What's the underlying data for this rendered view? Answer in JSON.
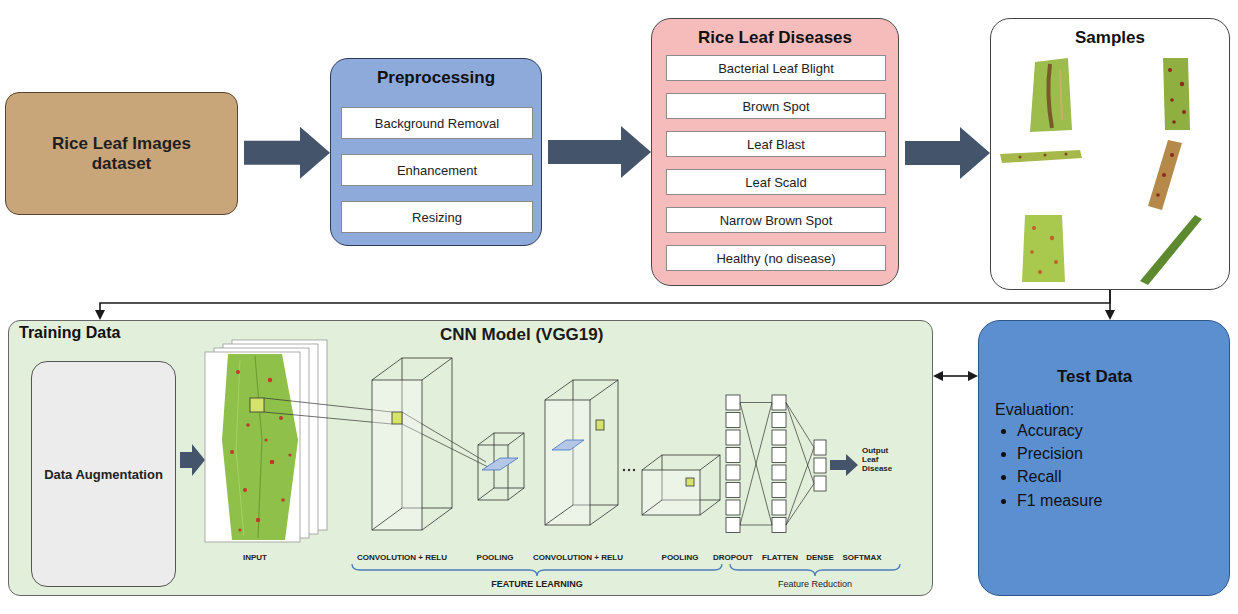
{
  "diagram": {
    "nodes": [
      {
        "text": [
          "Rice Leaf Images dataset"
        ]
      },
      {
        "text": [
          "Preprocessing"
        ]
      },
      {
        "text": [
          "Background Removal"
        ],
        "in": 1
      },
      {
        "text": [
          "Enhancement"
        ],
        "in": 1
      },
      {
        "text": [
          "Resizing"
        ],
        "in": 1
      },
      {
        "text": [
          "Rice Leaf Diseases"
        ]
      },
      {
        "text": [
          "Bacterial Leaf Blight"
        ],
        "in": 5
      },
      {
        "text": [
          "Brown Spot"
        ],
        "in": 5
      },
      {
        "text": [
          "Leaf Blast"
        ],
        "in": 5
      },
      {
        "text": [
          "Leaf Scald"
        ],
        "in": 5
      },
      {
        "text": [
          "Narrow Brown Spot"
        ],
        "in": 5
      },
      {
        "text": [
          "Healthy (no disease)"
        ],
        "in": 5
      },
      {
        "text": [
          "Samples"
        ]
      },
      {
        "text": [
          "Training Data"
        ]
      },
      {
        "text": [
          "Data Augmentation"
        ],
        "in": 13
      },
      {
        "text": [
          "Test Data",
          "Evaluation:",
          "Accuracy",
          "Precision",
          "Recall",
          "F1 measure"
        ]
      }
    ],
    "edges": [
      {
        "from": 0,
        "to": 1,
        "arrow": "to"
      },
      {
        "from": 1,
        "to": 5,
        "arrow": "to"
      },
      {
        "from": 5,
        "to": 12,
        "arrow": "to"
      },
      {
        "from": 12,
        "to": 13,
        "arrow": "to"
      },
      {
        "from": 12,
        "to": 15,
        "arrow": "to"
      },
      {
        "from": 13,
        "to": 15,
        "arrow": "both"
      }
    ],
    "labels": [
      "CNN Model (VGG19)",
      "INPUT",
      "CONVOLUTION + RELU",
      "POOLING",
      "CONVOLUTION + RELU",
      "POOLING",
      "DROPOUT",
      "FLATTEN",
      "DENSE",
      "SOFTMAX",
      "FEATURE LEARNING",
      "Feature Reduction",
      "Output Leaf Disease"
    ]
  }
}
